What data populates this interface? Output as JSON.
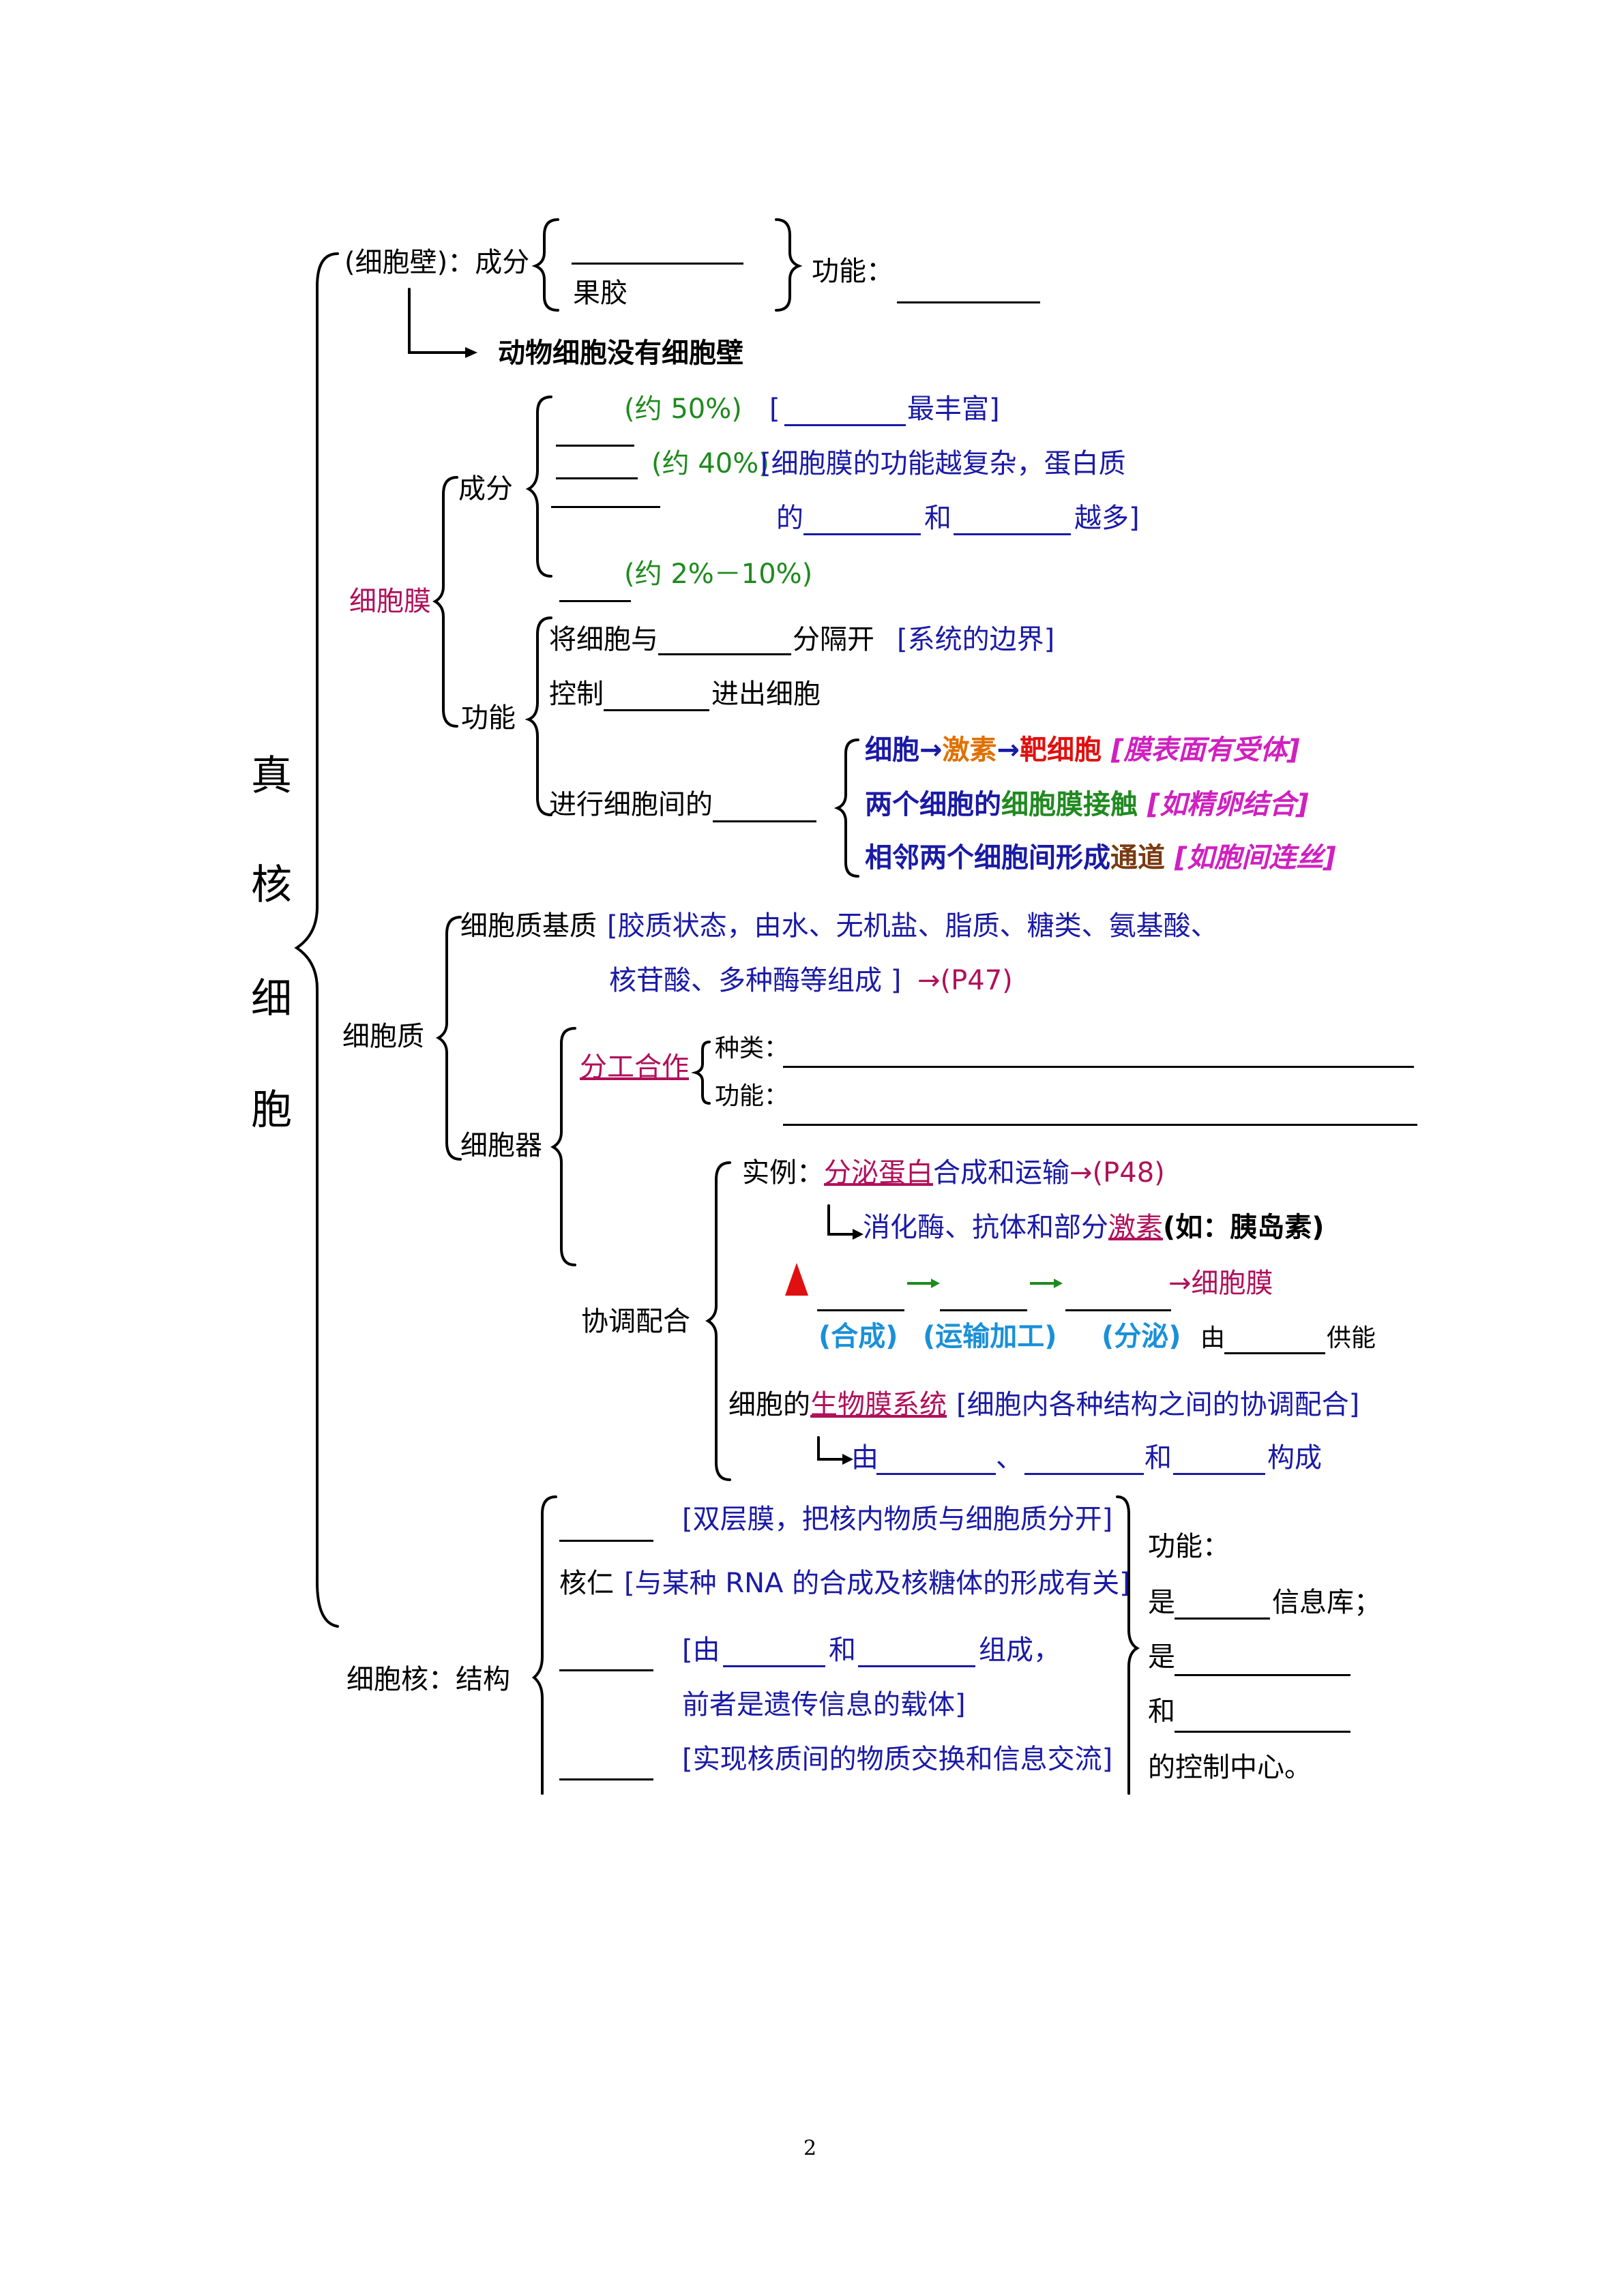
{
  "root": {
    "title": [
      "真",
      "核",
      "细",
      "胞"
    ]
  },
  "wall": {
    "label": "(细胞壁)：成分",
    "pectin": "果胶",
    "func_label": "功能：",
    "note": "动物细胞没有细胞壁"
  },
  "membrane": {
    "label": "细胞膜",
    "comp_label": "成分",
    "c1_pct": "(约 50%)",
    "c1_note": "最丰富",
    "c2_pct": "(约 40%)",
    "c2_note_a": "[细胞膜的功能越复杂，蛋白质",
    "c2_note_b1": "的",
    "c2_note_b2": "和",
    "c2_note_b3": "越多]",
    "c3_pct": "(约 2%－10%)",
    "func_label": "功能",
    "f1_a": "将细胞与",
    "f1_b": "分隔开",
    "f1_note": "[系统的边界]",
    "f2_a": "控制",
    "f2_b": "进出细胞",
    "f3": "进行细胞间的",
    "m1_a": "细胞",
    "m1_arrow1": "→",
    "m1_b": "激素",
    "m1_arrow2": "→",
    "m1_c": "靶细胞",
    "m1_note": "[膜表面有受体]",
    "m2_a": "两个细胞的",
    "m2_b": "细胞膜接触",
    "m2_note": "[如精卵结合]",
    "m3_a": "相邻两个细胞间形成",
    "m3_b": "通道",
    "m3_note": "[如胞间连丝]"
  },
  "cytoplasm": {
    "label": "细胞质",
    "matrix_label": "细胞质基质",
    "matrix_note_a": "[胶质状态，由水、无机盐、脂质、糖类、氨基酸、",
    "matrix_note_b": "核苷酸、多种酶等组成 ]",
    "matrix_ref": "→(P47)",
    "organelle_label": "细胞器",
    "division": "分工合作",
    "kind_label": "种类：",
    "func_label": "功能：",
    "coop_label": "协调配合",
    "example_a": "实例：",
    "example_b": "分泌蛋白",
    "example_c": "合成和运输",
    "example_ref": "→(P48)",
    "products_a": "消化酶、抗体和部分",
    "products_b": "激素",
    "products_c": "(如：胰岛素)",
    "flow_end": "→细胞膜",
    "step1": "(合成)",
    "step2": "(运输加工)",
    "step3": "(分泌)",
    "energy_a": "由",
    "energy_b": "供能",
    "system_a": "细胞的",
    "system_b": "生物膜系统",
    "system_note": "[细胞内各种结构之间的协调配合]",
    "system_c": "由",
    "system_sep1": "、",
    "system_sep2": "和",
    "system_d": "构成"
  },
  "nucleus": {
    "label": "细胞核：结构",
    "s1_note": "[双层膜，把核内物质与细胞质分开]",
    "s2": "核仁",
    "s2_note": "[与某种 RNA 的合成及核糖体的形成有关]",
    "s3_note_a1": "[由",
    "s3_note_a2": "和",
    "s3_note_a3": "组成，",
    "s3_note_b": "前者是遗传信息的载体]",
    "s4_note": "[实现核质间的物质交换和信息交流]",
    "func_label": "功能：",
    "f1_a": "是",
    "f1_b": "信息库；",
    "f2": "是",
    "f3": "和",
    "f4": "的控制中心。"
  },
  "page_number": "2"
}
